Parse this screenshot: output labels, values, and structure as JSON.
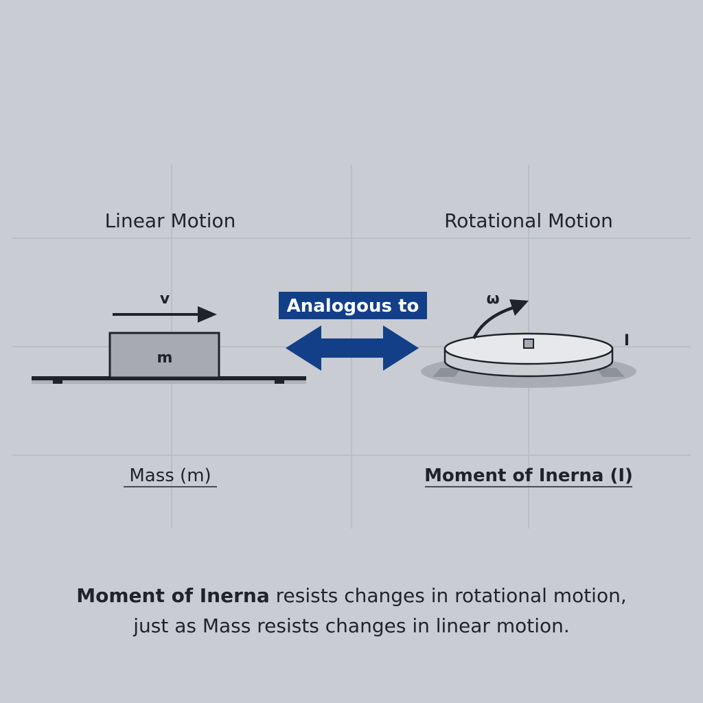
{
  "linear": {
    "heading": "Linear Motion",
    "velocity_symbol": "v",
    "mass_symbol": "m",
    "label": "Mass (m)"
  },
  "rotational": {
    "heading": "Rotational Motion",
    "angular_symbol": "ω",
    "inertia_symbol": "I",
    "label": "Moment of Inerna (I)"
  },
  "analogy": {
    "label": "Analogous to",
    "color": "#123f87"
  },
  "caption": {
    "line1_bold": "Moment of Inerna",
    "line1_rest": " resists changes in rotational motion,",
    "line2": "just as Mass resists changes in linear motion."
  },
  "colors": {
    "background": "#c9ccd2",
    "block": "#a7abb1",
    "disc": "#e6e8eb",
    "ink": "#1f2329"
  }
}
